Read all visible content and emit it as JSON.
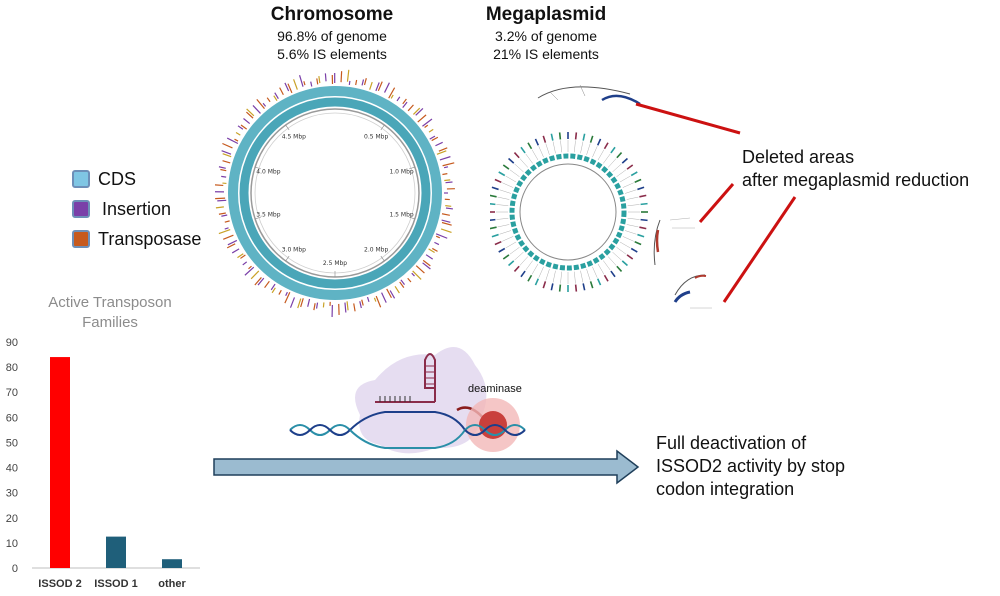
{
  "chromosome": {
    "title": "Chromosome",
    "line1": "96.8% of genome",
    "line2": "5.6% IS elements",
    "scale_labels": [
      "0.5 Mbp",
      "1.0 Mbp",
      "1.5 Mbp",
      "2.0 Mbp",
      "2.5 Mbp",
      "3.0 Mbp",
      "3.5 Mbp",
      "4.0 Mbp",
      "4.5 Mbp"
    ]
  },
  "megaplasmid": {
    "title": "Megaplasmid",
    "line1": "3.2% of genome",
    "line2": "21% IS elements"
  },
  "legend": [
    {
      "label": "CDS",
      "color": "#7fc6e4"
    },
    {
      "label": "Insertion",
      "color": "#7a3fa8"
    },
    {
      "label": "Transposase",
      "color": "#c65a1e"
    }
  ],
  "callout": {
    "line1": "Deleted areas",
    "line2": "after megaplasmid reduction"
  },
  "crispr": {
    "label": "deaminase"
  },
  "outcome": {
    "line1": "Full deactivation of",
    "line2": "ISSOD2 activity by stop",
    "line3": "codon integration"
  },
  "chart_data": {
    "type": "bar",
    "title": "Active Transposon Families",
    "title_line1": "Active Transposon",
    "title_line2": "Families",
    "categories": [
      "ISSOD 2",
      "ISSOD 1",
      "other"
    ],
    "values": [
      84,
      12.5,
      3.5
    ],
    "colors": [
      "#ff0000",
      "#1f5f7a",
      "#1f5f7a"
    ],
    "ylim": [
      0,
      90
    ],
    "yticks": [
      0,
      10,
      20,
      30,
      40,
      50,
      60,
      70,
      80,
      90
    ],
    "xlabel": "",
    "ylabel": "",
    "grid": false
  }
}
